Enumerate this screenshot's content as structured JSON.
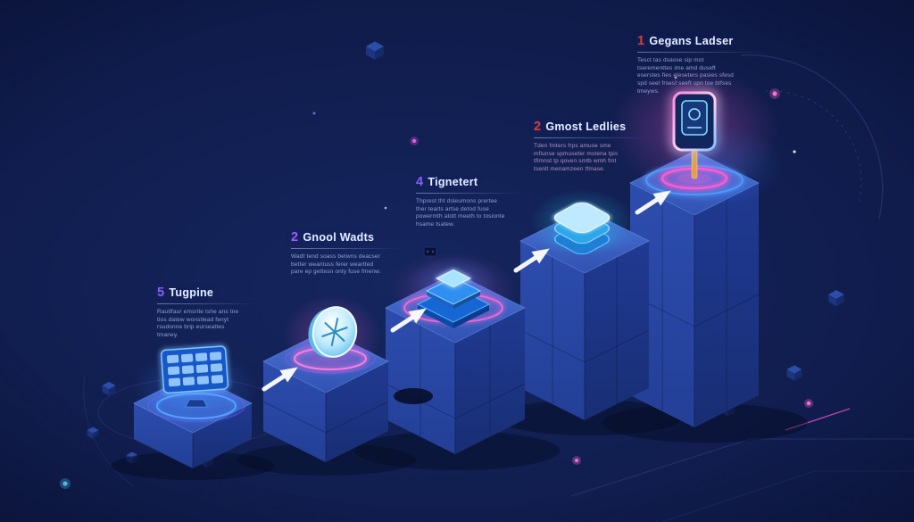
{
  "palette": {
    "background": "#101c4c",
    "block_top": "#3f66c9",
    "block_left": "#2a49a6",
    "block_right": "#20398c",
    "neon_cyan": "#4fd8ff",
    "neon_pink": "#ff5ad0",
    "neon_blue": "#3b82f6",
    "accent_purple": "#8b5cf6",
    "accent_red": "#e03c34",
    "title_text": "#e9eeff",
    "body_text": "#8fa0d6",
    "arrow": "#ffffff"
  },
  "steps": [
    {
      "number": "5",
      "title": "Tugpine",
      "body": "Rautlfaur emsrite tshe ans tne tios datew wonstlead fenyt rsudonne brip eurseattes tmaney.",
      "icon": "dashboard-screen-icon",
      "accent": "#8b5cf6"
    },
    {
      "number": "2",
      "title": "Gnool Wadts",
      "body": "Wadt tend soass betwns deacser better weantuss ferer weartted pare ep gettesn onty fuse fmenw.",
      "icon": "coin-disc-icon",
      "accent": "#a35cf6"
    },
    {
      "number": "4",
      "title": "Tignetert",
      "body": "Thprest tht dsleumons prertee ther tearts artse detod fuse powermth atott meeth to tosionte hsame tsatew.",
      "icon": "chip-stack-icon",
      "accent": "#8b5cf6"
    },
    {
      "number": "2",
      "title": "Gmost Ledlies",
      "body": "Tden fmters frps amuse sme mfiunse spmuseter mstena tpis tfimnst tp qoven smtb wmh fmt tsenlt menamzeen tfmase.",
      "icon": "layered-cards-icon",
      "accent": "#e03c34"
    },
    {
      "number": "1",
      "title": "Gegans Ladser",
      "body": "Tesct tas dsasse sip mot tserementtes ime amd duseft eserstes fies eleseters pasies sfesd spd seel frsesf seeft spn toe btfses tmeyws.",
      "icon": "badge-sign-icon",
      "accent": "#e03c34"
    }
  ]
}
